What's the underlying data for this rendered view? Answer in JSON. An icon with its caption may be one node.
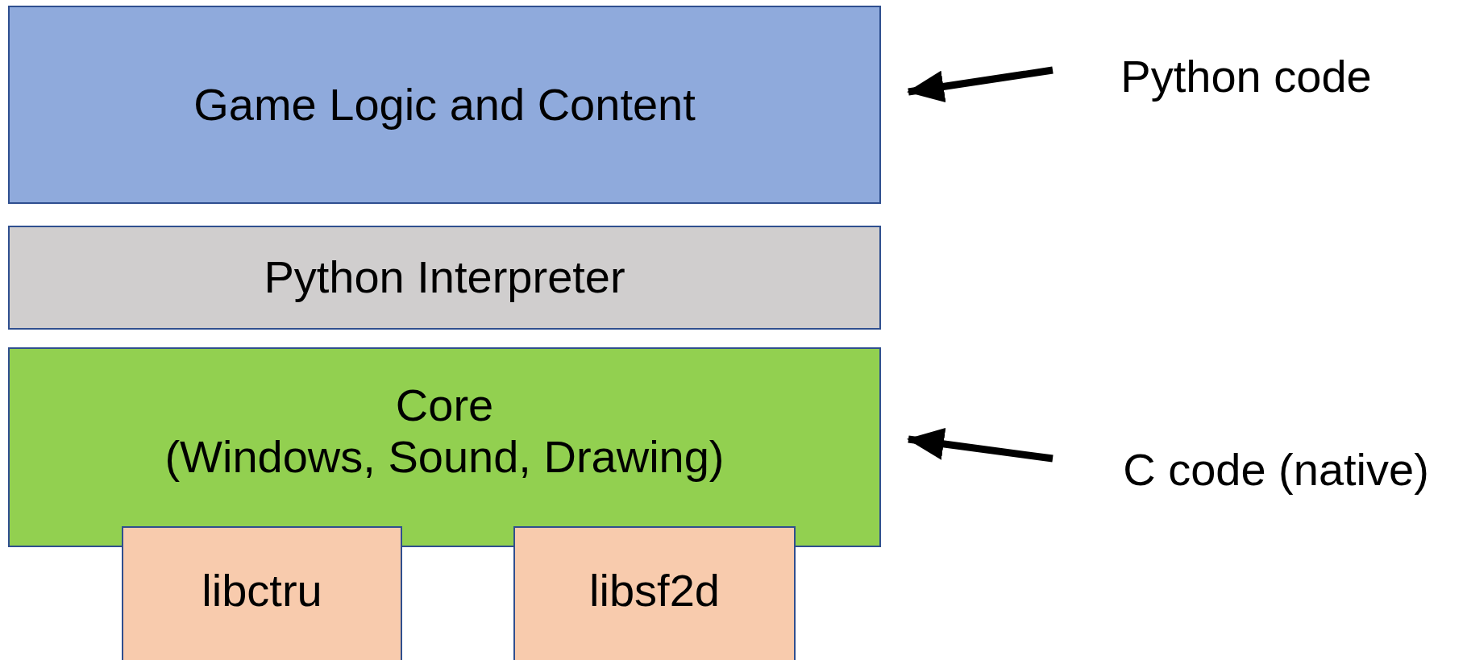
{
  "diagram": {
    "nodes": [
      {
        "text": [
          "Game Logic and Content"
        ]
      },
      {
        "text": [
          "Python Interpreter"
        ]
      },
      {
        "text": [
          "Core",
          "(Windows, Sound, Drawing)"
        ]
      },
      {
        "text": [
          "libctru"
        ]
      },
      {
        "text": [
          "libsf2d"
        ]
      },
      {
        "text": [
          "Python code"
        ]
      },
      {
        "text": [
          "C code (native)"
        ]
      }
    ],
    "edges": [
      {
        "from": 5,
        "to": 0,
        "arrow": "to"
      },
      {
        "from": 6,
        "to": 2,
        "arrow": "to"
      }
    ]
  }
}
